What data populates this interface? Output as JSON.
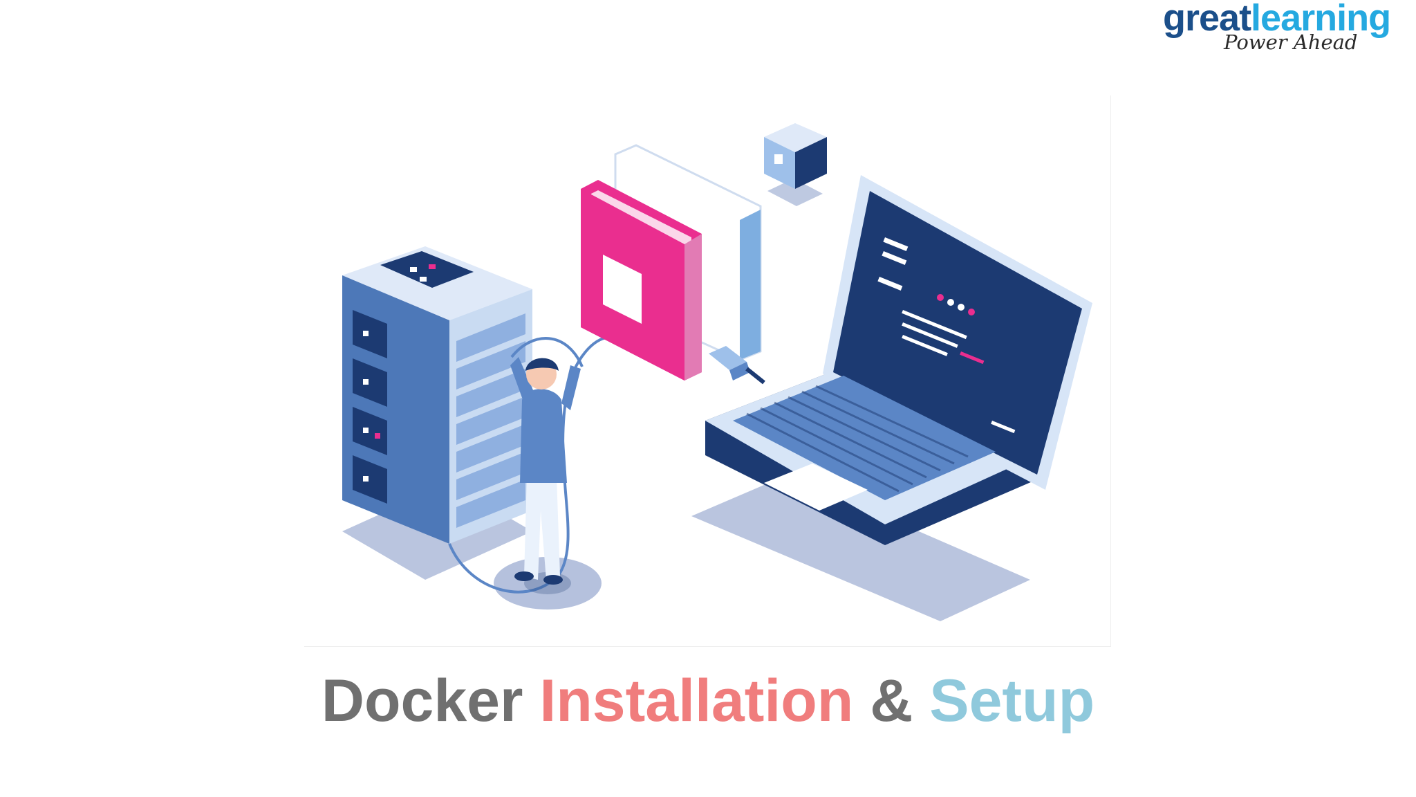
{
  "logo": {
    "brand_part1": "great",
    "brand_part2": "learning",
    "tagline": "Power Ahead",
    "colors": {
      "part1": "#1b4f8a",
      "part2": "#25a9e0"
    }
  },
  "title": {
    "word1": "Docker",
    "word2": "Installation",
    "word3": "&",
    "word4": "Setup",
    "colors": {
      "word1": "#707070",
      "word2": "#f07d7d",
      "word3": "#707070",
      "word4": "#8fc9dc"
    }
  },
  "illustration": {
    "elements": [
      "server-rack-icon",
      "book-icon",
      "person-icon",
      "cube-icon",
      "laptop-icon",
      "plug-icon"
    ],
    "colors": {
      "navy": "#1c3a72",
      "blue": "#5b86c6",
      "light": "#d7e5f7",
      "pink": "#ea2e8f",
      "shadow": "#a3b2d4"
    }
  }
}
